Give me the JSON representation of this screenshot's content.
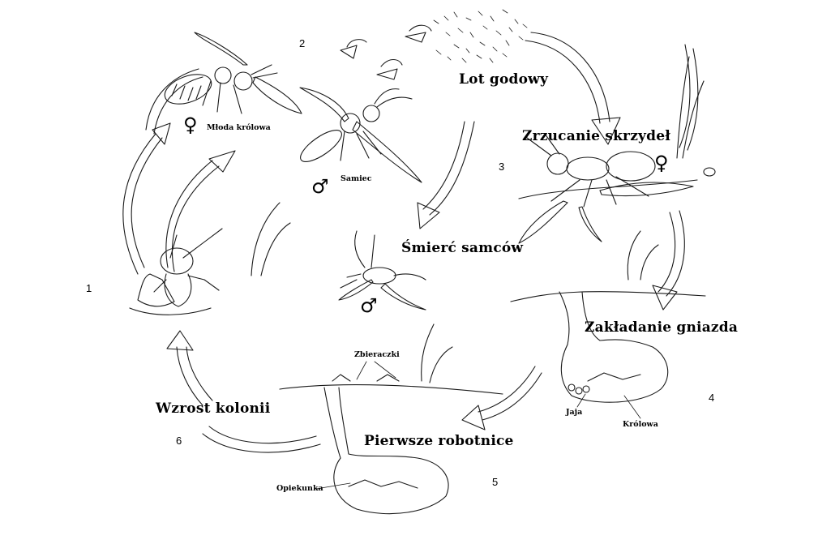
{
  "stages": {
    "nuptial_flight": "Lot godowy",
    "wing_shedding": "Zrzucanie  skrzydeł",
    "male_death": "Śmierć samców",
    "nest_founding": "Zakładanie gniazda",
    "first_workers": "Pierwsze robotnice",
    "colony_growth": "Wzrost kolonii"
  },
  "labels": {
    "young_queen": "Młoda królowa",
    "male": "Samiec",
    "foragers": "Zbieraczki",
    "eggs": "Jaja",
    "queen": "Królowa",
    "nurse": "Opiekunka"
  },
  "step_numbers": [
    "1",
    "2",
    "3",
    "4",
    "5",
    "6"
  ],
  "symbols": {
    "female": "♀",
    "male": "♂"
  },
  "colors": {
    "line": "#1a1a1a",
    "background": "#ffffff"
  }
}
